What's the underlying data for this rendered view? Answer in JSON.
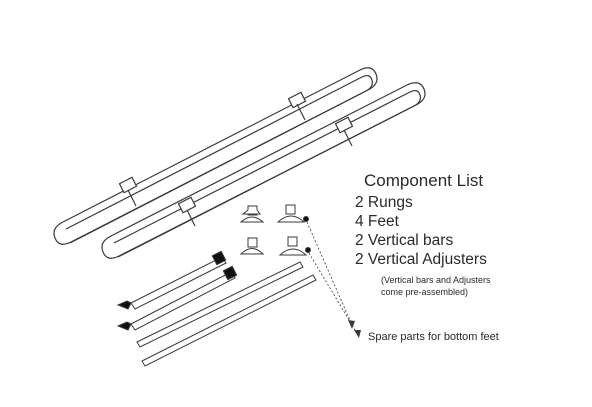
{
  "component_list": {
    "title": "Component List",
    "items": [
      "2 Rungs",
      "4 Feet",
      "2 Vertical bars",
      "2 Vertical Adjusters"
    ],
    "note_line1": "(Vertical bars and Adjusters",
    "note_line2": "come pre-assembled)"
  },
  "spare_label": "Spare parts for bottom feet",
  "colors": {
    "line": "#3a3a3a",
    "fill": "#ffffff",
    "black": "#111111"
  }
}
